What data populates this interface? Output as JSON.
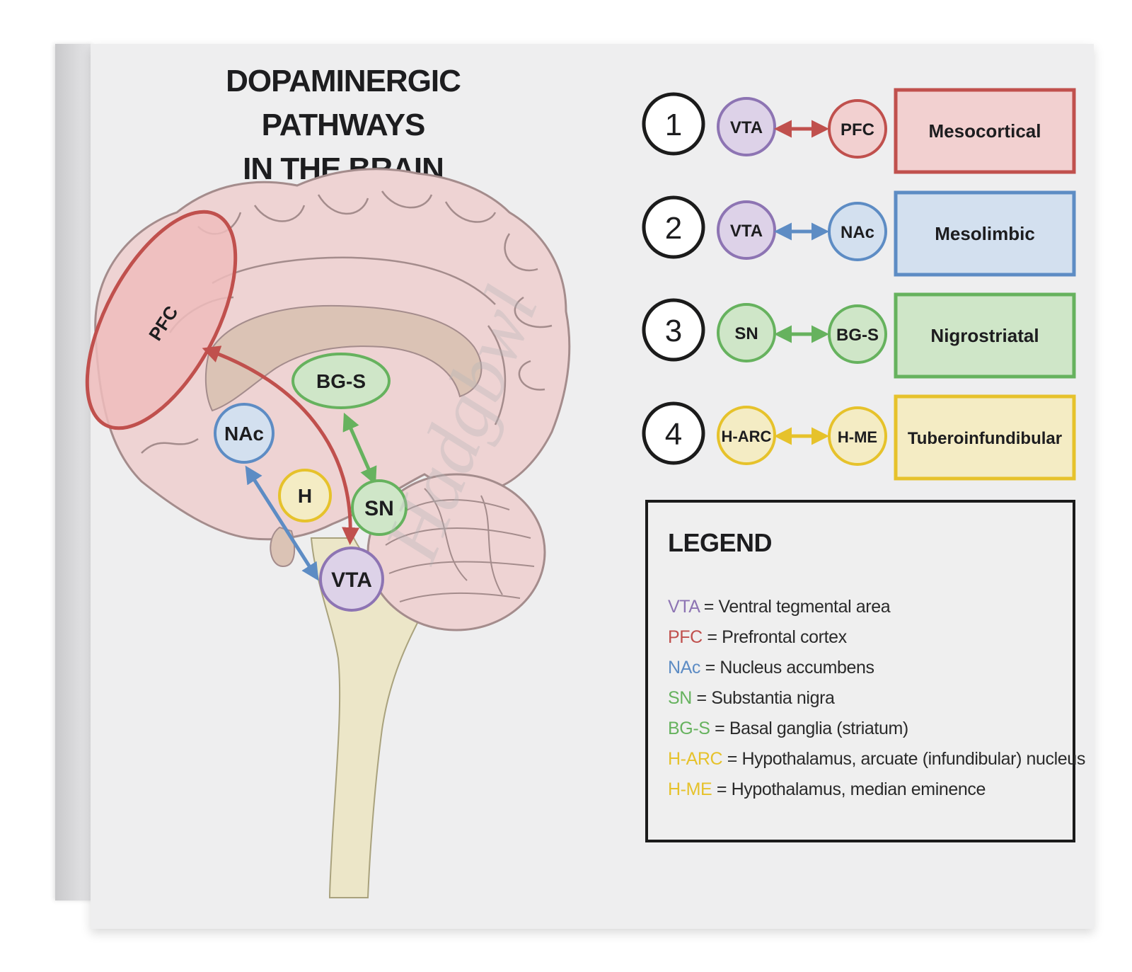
{
  "title": {
    "line1": "DOPAMINERGIC PATHWAYS",
    "line2": "IN THE BRAIN"
  },
  "brain_labels": {
    "pfc": "PFC",
    "bgs": "BG-S",
    "nac": "NAc",
    "h": "H",
    "sn": "SN",
    "vta": "VTA"
  },
  "watermark": "Hadgbwl",
  "pathways": [
    {
      "number": "1",
      "from": "VTA",
      "to": "PFC",
      "name": "Mesocortical"
    },
    {
      "number": "2",
      "from": "VTA",
      "to": "NAc",
      "name": "Mesolimbic"
    },
    {
      "number": "3",
      "from": "SN",
      "to": "BG-S",
      "name": "Nigrostriatal"
    },
    {
      "number": "4",
      "from": "H-ARC",
      "to": "H-ME",
      "name": "Tuberoinfundibular"
    }
  ],
  "legend": {
    "title": "LEGEND",
    "entries": [
      {
        "abbr": "VTA",
        "desc": "= Ventral tegmental area",
        "color": "#8d74b3"
      },
      {
        "abbr": "PFC",
        "desc": "= Prefrontal cortex",
        "color": "#c0504d"
      },
      {
        "abbr": "NAc",
        "desc": "= Nucleus accumbens",
        "color": "#5d8cc4"
      },
      {
        "abbr": "SN",
        "desc": "= Substantia nigra",
        "color": "#66b25e"
      },
      {
        "abbr": "BG-S",
        "desc": "= Basal ganglia (striatum)",
        "color": "#66b25e"
      },
      {
        "abbr": "H-ARC",
        "desc": "= Hypothalamus, arcuate (infundibular) nucleus",
        "color": "#e6c22b"
      },
      {
        "abbr": "H-ME",
        "desc": "= Hypothalamus, median eminence",
        "color": "#e6c22b"
      }
    ]
  },
  "colors": {
    "mesocortical": "#c0504d",
    "mesolimbic": "#5d8cc4",
    "nigrostriatal": "#66b25e",
    "tuberoinfundibular": "#e6c22b",
    "vta": "#8d74b3",
    "brain": "#eed3d3",
    "brainstem": "#ece6c8"
  }
}
